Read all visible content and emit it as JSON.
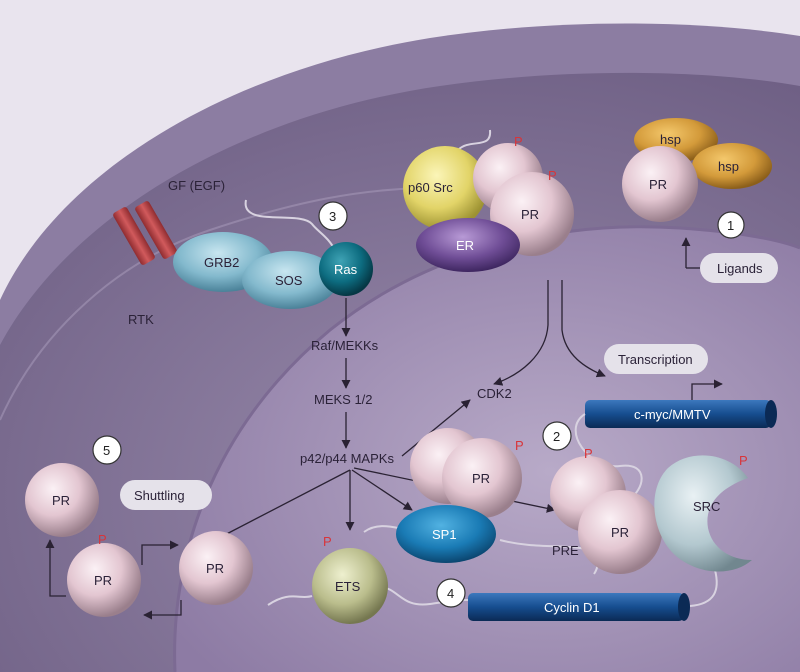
{
  "proteins": {
    "pr": "PR",
    "hsp": "hsp",
    "p60src": "p60 Src",
    "er": "ER",
    "grb2": "GRB2",
    "sos": "SOS",
    "ras": "Ras",
    "sp1": "SP1",
    "ets": "ETS",
    "src": "SRC"
  },
  "labels": {
    "gf": "GF (EGF)",
    "rtk": "RTK",
    "raf": "Raf/MEKKs",
    "meks": "MEKS 1/2",
    "mapks": "p42/p44 MAPKs",
    "cdk2": "CDK2",
    "pre": "PRE",
    "ligands": "Ligands",
    "transcription": "Transcription",
    "shuttling": "Shuttling",
    "cmyc": "c-myc/MMTV",
    "cyclin": "Cyclin D1",
    "phospho": "P"
  },
  "steps": [
    "1",
    "2",
    "3",
    "4",
    "5"
  ],
  "colors": {
    "cell": "#7d6c92",
    "nucleus": "#a08fb4",
    "pr": "#e9cfd8",
    "hsp": "#d39a3a",
    "p60src": "#e6da6e",
    "er": "#6f4d96",
    "grb2": "#7fb6cb",
    "ras": "#0d6c80",
    "sp1": "#1a7bb5",
    "ets": "#b9bd8c",
    "src": "#b3c8cf",
    "dna": "#164d8f",
    "rtk": "#c0474a",
    "phospho": "#d8353a"
  }
}
